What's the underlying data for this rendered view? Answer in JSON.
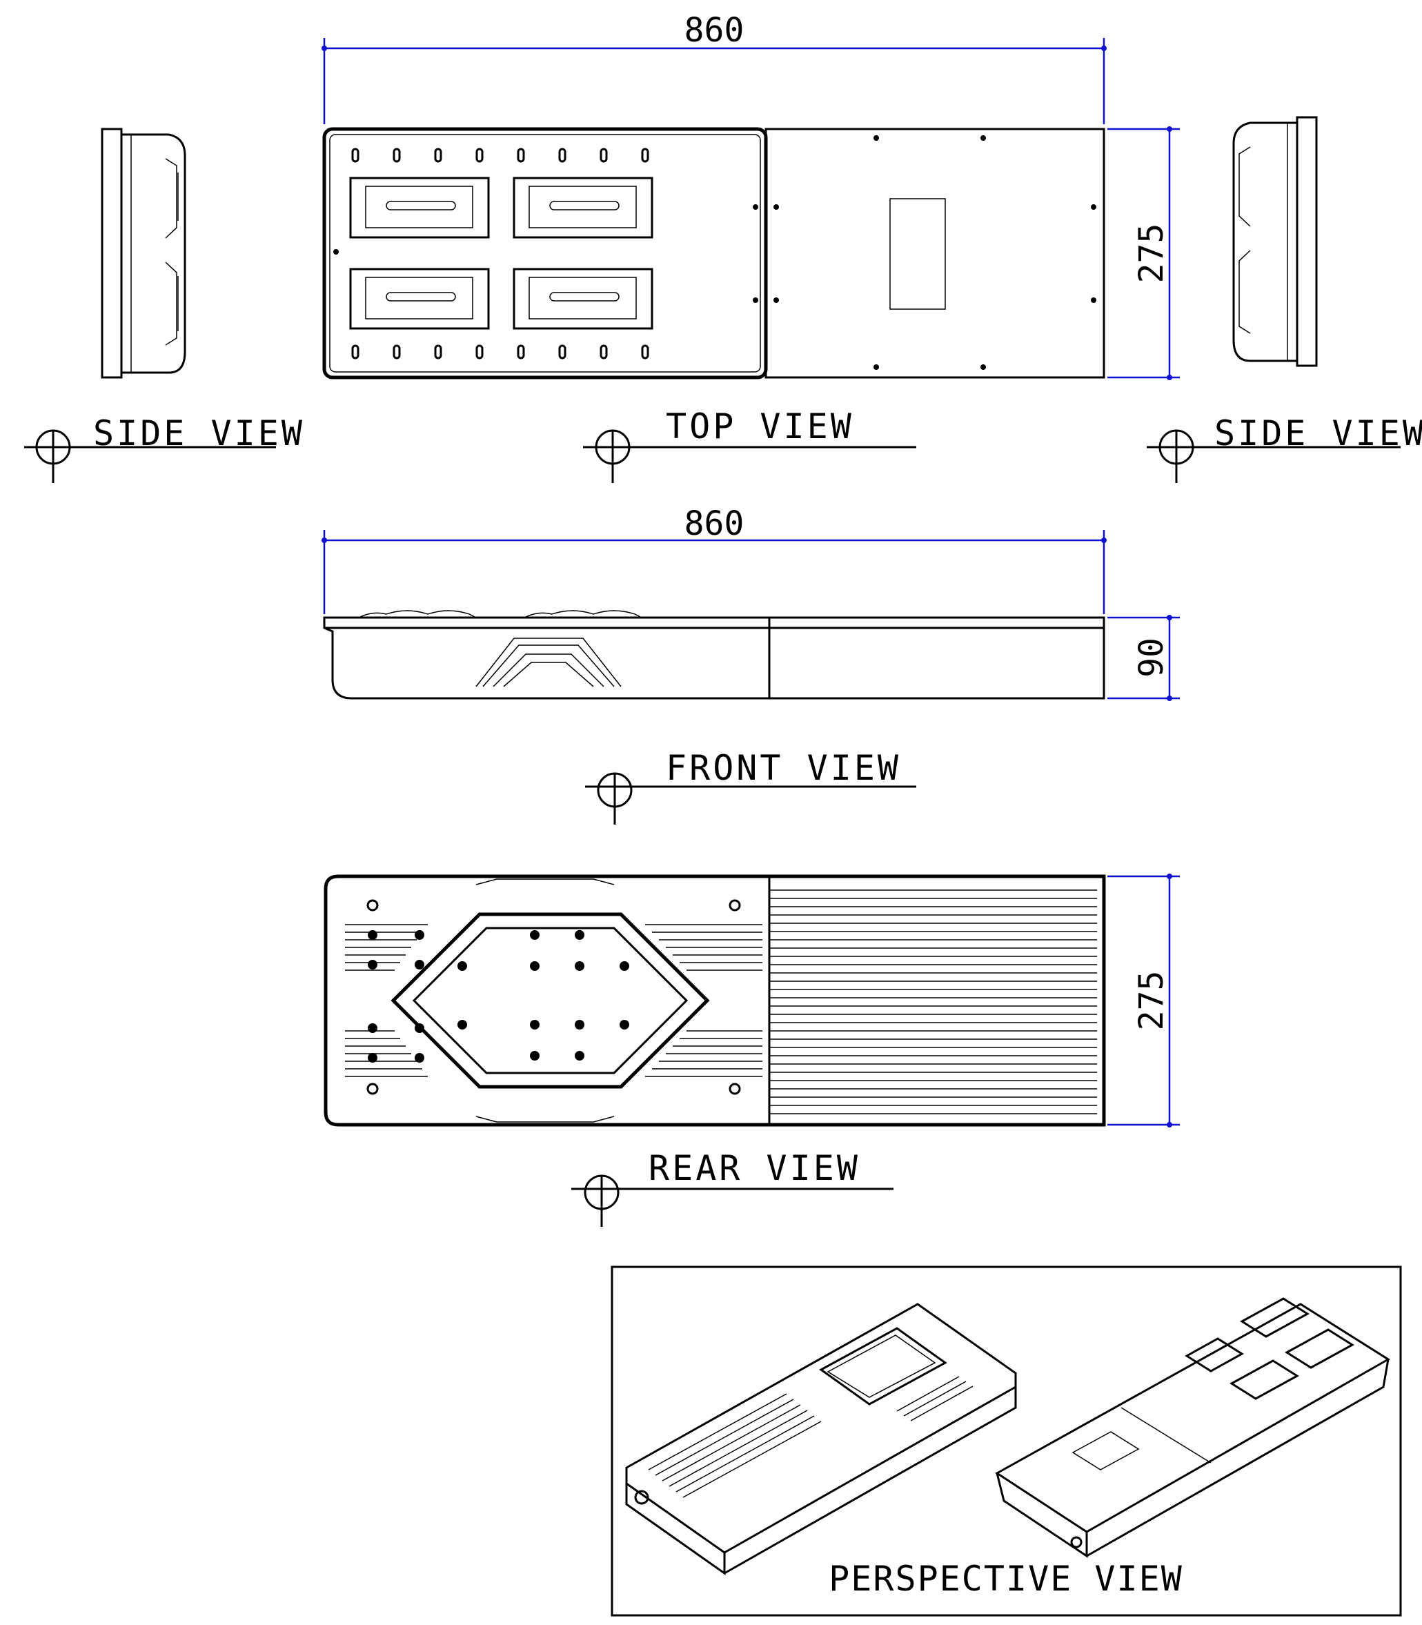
{
  "dimensions": {
    "top_length": "860",
    "top_width": "275",
    "front_length": "860",
    "front_height": "90",
    "rear_width": "275"
  },
  "labels": {
    "side_view_left": "SIDE VIEW",
    "top_view": "TOP VIEW",
    "side_view_right": "SIDE VIEW",
    "front_view": "FRONT VIEW",
    "rear_view": "REAR VIEW",
    "perspective_view": "PERSPECTIVE VIEW"
  },
  "colors": {
    "dimension_lines": "#1010d0",
    "linework": "#000000",
    "background": "#ffffff"
  }
}
